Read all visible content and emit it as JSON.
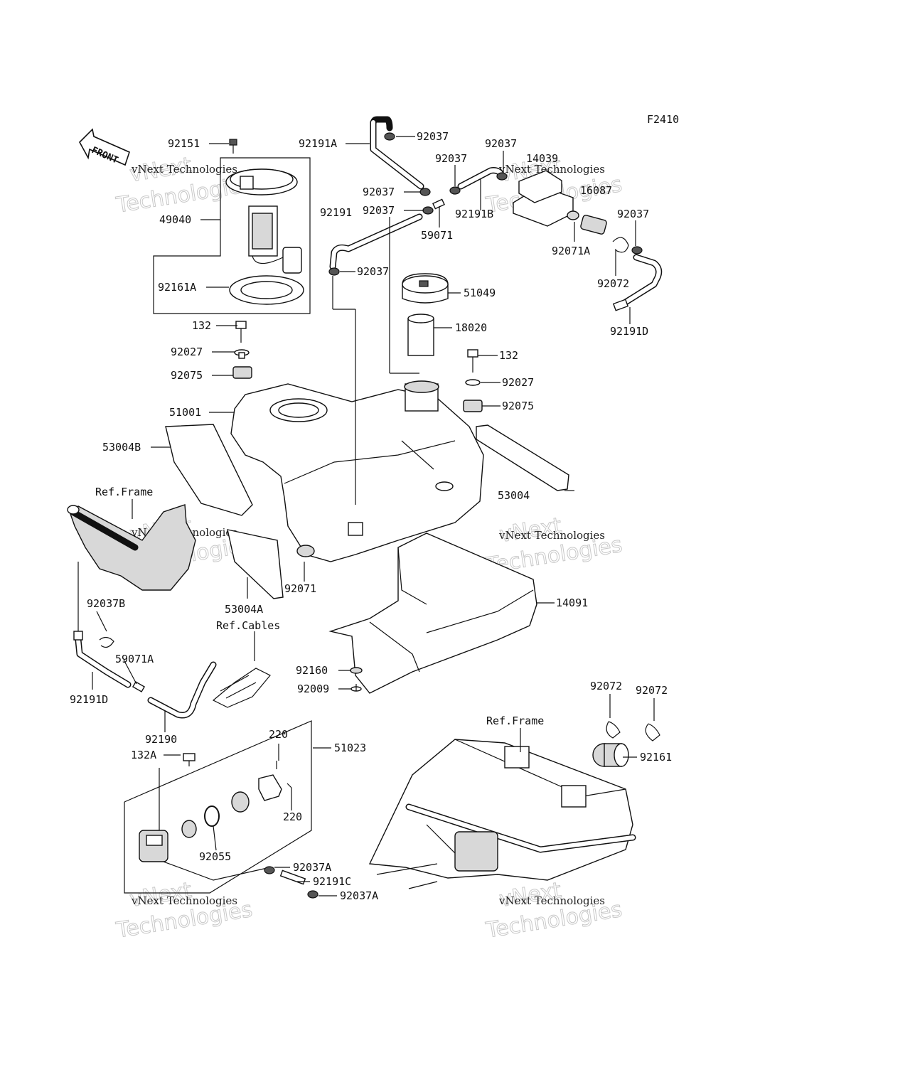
{
  "figure_code": "F2410",
  "front_label": "FRONT",
  "watermark": {
    "company": "vNext Technologies",
    "big_line1": "vNext",
    "big_line2": "Technologies"
  },
  "ref_labels": {
    "frame_upper": "Ref.Frame",
    "cables": "Ref.Cables",
    "frame_lower": "Ref.Frame"
  },
  "parts": {
    "p92151": "92151",
    "p49040": "49040",
    "p92161A": "92161A",
    "p132a": "132",
    "p92027a": "92027",
    "p92075a": "92075",
    "p51001": "51001",
    "p53004B": "53004B",
    "p92191A": "92191A",
    "p92037_top": "92037",
    "p92037_b": "92037",
    "p92037_c": "92037",
    "p14039": "14039",
    "p16087": "16087",
    "p92037_d": "92037",
    "p92037_e": "92037",
    "p92037_f": "92037",
    "p59071": "59071",
    "p92191B": "92191B",
    "p92191": "92191",
    "p92037_g": "92037",
    "p92071A": "92071A",
    "p92072_a": "92072",
    "p92191D_a": "92191D",
    "p51049": "51049",
    "p18020": "18020",
    "p132b": "132",
    "p92027b": "92027",
    "p92075b": "92075",
    "p53004": "53004",
    "p92071": "92071",
    "p53004A": "53004A",
    "p14091": "14091",
    "p92037B": "92037B",
    "p59071A": "59071A",
    "p92191D_b": "92191D",
    "p92190": "92190",
    "p92160": "92160",
    "p92009": "92009",
    "p92072_b": "92072",
    "p92072_c": "92072",
    "p92161": "92161",
    "p132A": "132A",
    "p220a": "220",
    "p51023": "51023",
    "p220b": "220",
    "p92055": "92055",
    "p92037A_a": "92037A",
    "p92191C": "92191C",
    "p92037A_b": "92037A"
  }
}
